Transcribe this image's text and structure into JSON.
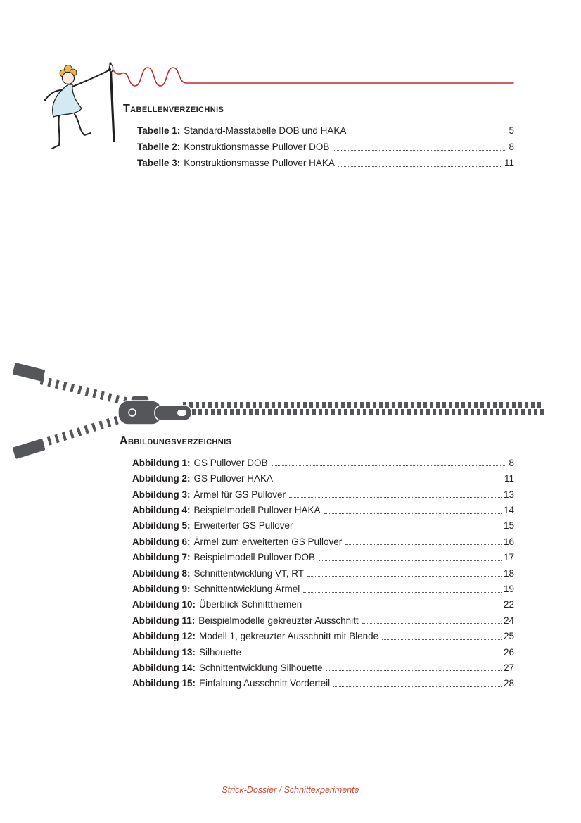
{
  "document": {
    "footer_text": "Strick-Dossier / Schnittexperimente"
  },
  "tables_section": {
    "heading": "Tabellenverzeichnis",
    "entries": [
      {
        "label": "Tabelle 1:",
        "title": "Standard-Masstabelle DOB und HAKA",
        "page": "5"
      },
      {
        "label": "Tabelle 2:",
        "title": "Konstruktionsmasse Pullover DOB",
        "page": "8"
      },
      {
        "label": "Tabelle 3:",
        "title": "Konstruktionsmasse Pullover HAKA",
        "page": "11"
      }
    ]
  },
  "figures_section": {
    "heading": "Abbildungsverzeichnis",
    "entries": [
      {
        "label": "Abbildung 1:",
        "title": "GS Pullover DOB",
        "page": "8"
      },
      {
        "label": "Abbildung 2:",
        "title": "GS Pullover HAKA",
        "page": "11"
      },
      {
        "label": "Abbildung 3:",
        "title": "Ärmel für GS Pullover",
        "page": "13"
      },
      {
        "label": "Abbildung 4:",
        "title": "Beispielmodell Pullover HAKA",
        "page": "14"
      },
      {
        "label": "Abbildung 5:",
        "title": "Erweiterter GS Pullover",
        "page": "15"
      },
      {
        "label": "Abbildung 6:",
        "title": "Ärmel zum erweiterten GS Pullover",
        "page": "16"
      },
      {
        "label": "Abbildung 7:",
        "title": "Beispielmodell Pullover DOB",
        "page": "17"
      },
      {
        "label": "Abbildung 8:",
        "title": "Schnittentwicklung VT, RT",
        "page": "18"
      },
      {
        "label": "Abbildung 9:",
        "title": "Schnittentwicklung Ärmel",
        "page": "19"
      },
      {
        "label": "Abbildung 10:",
        "title": "Überblick Schnittthemen",
        "page": "22"
      },
      {
        "label": "Abbildung 11:",
        "title": "Beispielmodelle gekreuzter Ausschnitt",
        "page": "24"
      },
      {
        "label": "Abbildung 12:",
        "title": "Modell 1, gekreuzter Ausschnitt mit Blende",
        "page": "25"
      },
      {
        "label": "Abbildung 13:",
        "title": "Silhouette",
        "page": "26"
      },
      {
        "label": "Abbildung 14:",
        "title": "Schnittentwicklung Silhouette",
        "page": "27"
      },
      {
        "label": "Abbildung 15:",
        "title": "Einfaltung Ausschnitt Vorderteil",
        "page": "28"
      }
    ]
  },
  "illustrations": {
    "header": "dancer-with-needle-and-red-thread",
    "middle": "open-zipper"
  },
  "colors": {
    "thread_red": "#c5282f",
    "footer_red": "#cc4733",
    "zipper_gray": "#55565a",
    "text_dark": "#231f20"
  }
}
